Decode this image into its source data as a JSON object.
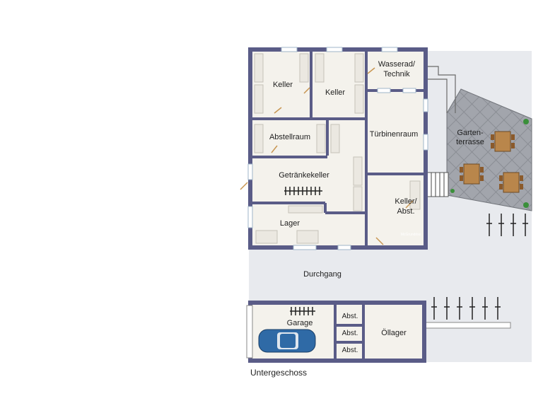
{
  "floor_title": "Untergeschoss",
  "watermark": "McGrundriss",
  "rooms": {
    "keller_1": "Keller",
    "keller_2": "Keller",
    "wasserrad": [
      "Wasserad/",
      "Technik"
    ],
    "abstellraum": "Abstellraum",
    "turbinenraum": "Türbinenraum",
    "getraenkekeller": "Getränkekeller",
    "keller_abst": [
      "Keller/",
      "Abst."
    ],
    "lager": "Lager",
    "gartenterrasse": [
      "Garten-",
      "terrasse"
    ],
    "durchgang": "Durchgang",
    "garage": "Garage",
    "abst_1": "Abst.",
    "abst_2": "Abst.",
    "abst_3": "Abst.",
    "oellager": "Öllager"
  },
  "colors": {
    "wall": "#5a5c87",
    "floor": "#f4f2ec",
    "outdoor": "#e8eaee",
    "terrace": "#9c9fa6",
    "car": "#2f6aa6"
  }
}
